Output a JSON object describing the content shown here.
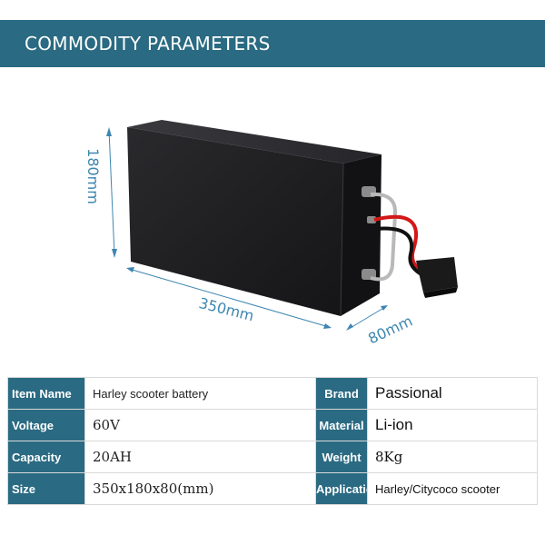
{
  "header": {
    "title": "COMMODITY PARAMETERS"
  },
  "dimensions": {
    "height": "180mm",
    "length": "350mm",
    "width": "80mm"
  },
  "specs": [
    {
      "left_key": "Item Name",
      "left_value": "Harley scooter battery",
      "right_key": "Brand",
      "right_value": "Passional"
    },
    {
      "left_key": "Voltage",
      "left_value": "60V",
      "right_key": "Material",
      "right_value": "Li-ion"
    },
    {
      "left_key": "Capacity",
      "left_value": "20AH",
      "right_key": "Weight",
      "right_value": "8Kg"
    },
    {
      "left_key": "Size",
      "left_value": "350x180x80(mm)",
      "right_key": "Application",
      "right_value": "Harley/Citycoco scooter"
    }
  ],
  "colors": {
    "banner": "#2a6a82",
    "dimension": "#3d86b0",
    "battery": "#1c1c1e"
  }
}
